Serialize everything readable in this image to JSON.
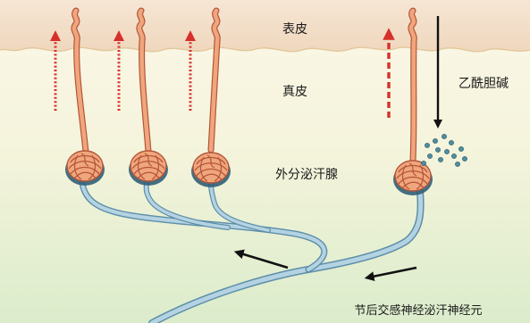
{
  "labels": {
    "epidermis": "表皮",
    "dermis": "真皮",
    "acetylcholine": "乙酰胆碱",
    "sweat_gland": "外分泌汗腺",
    "neuron": "节后交感神经泌汗神经元"
  },
  "colors": {
    "epidermis": "#f3dcc6",
    "dermis_top": "#fbf7e8",
    "dermis_bottom": "#dfeecf",
    "duct": "#f0a67c",
    "duct_outline": "#b4553a",
    "nerve": "#a8c9da",
    "nerve_outline": "#5d8ea8",
    "sweat_arrow": "#d6302a",
    "signal_arrow": "#111111",
    "vesicle": "#4d8fa1"
  }
}
